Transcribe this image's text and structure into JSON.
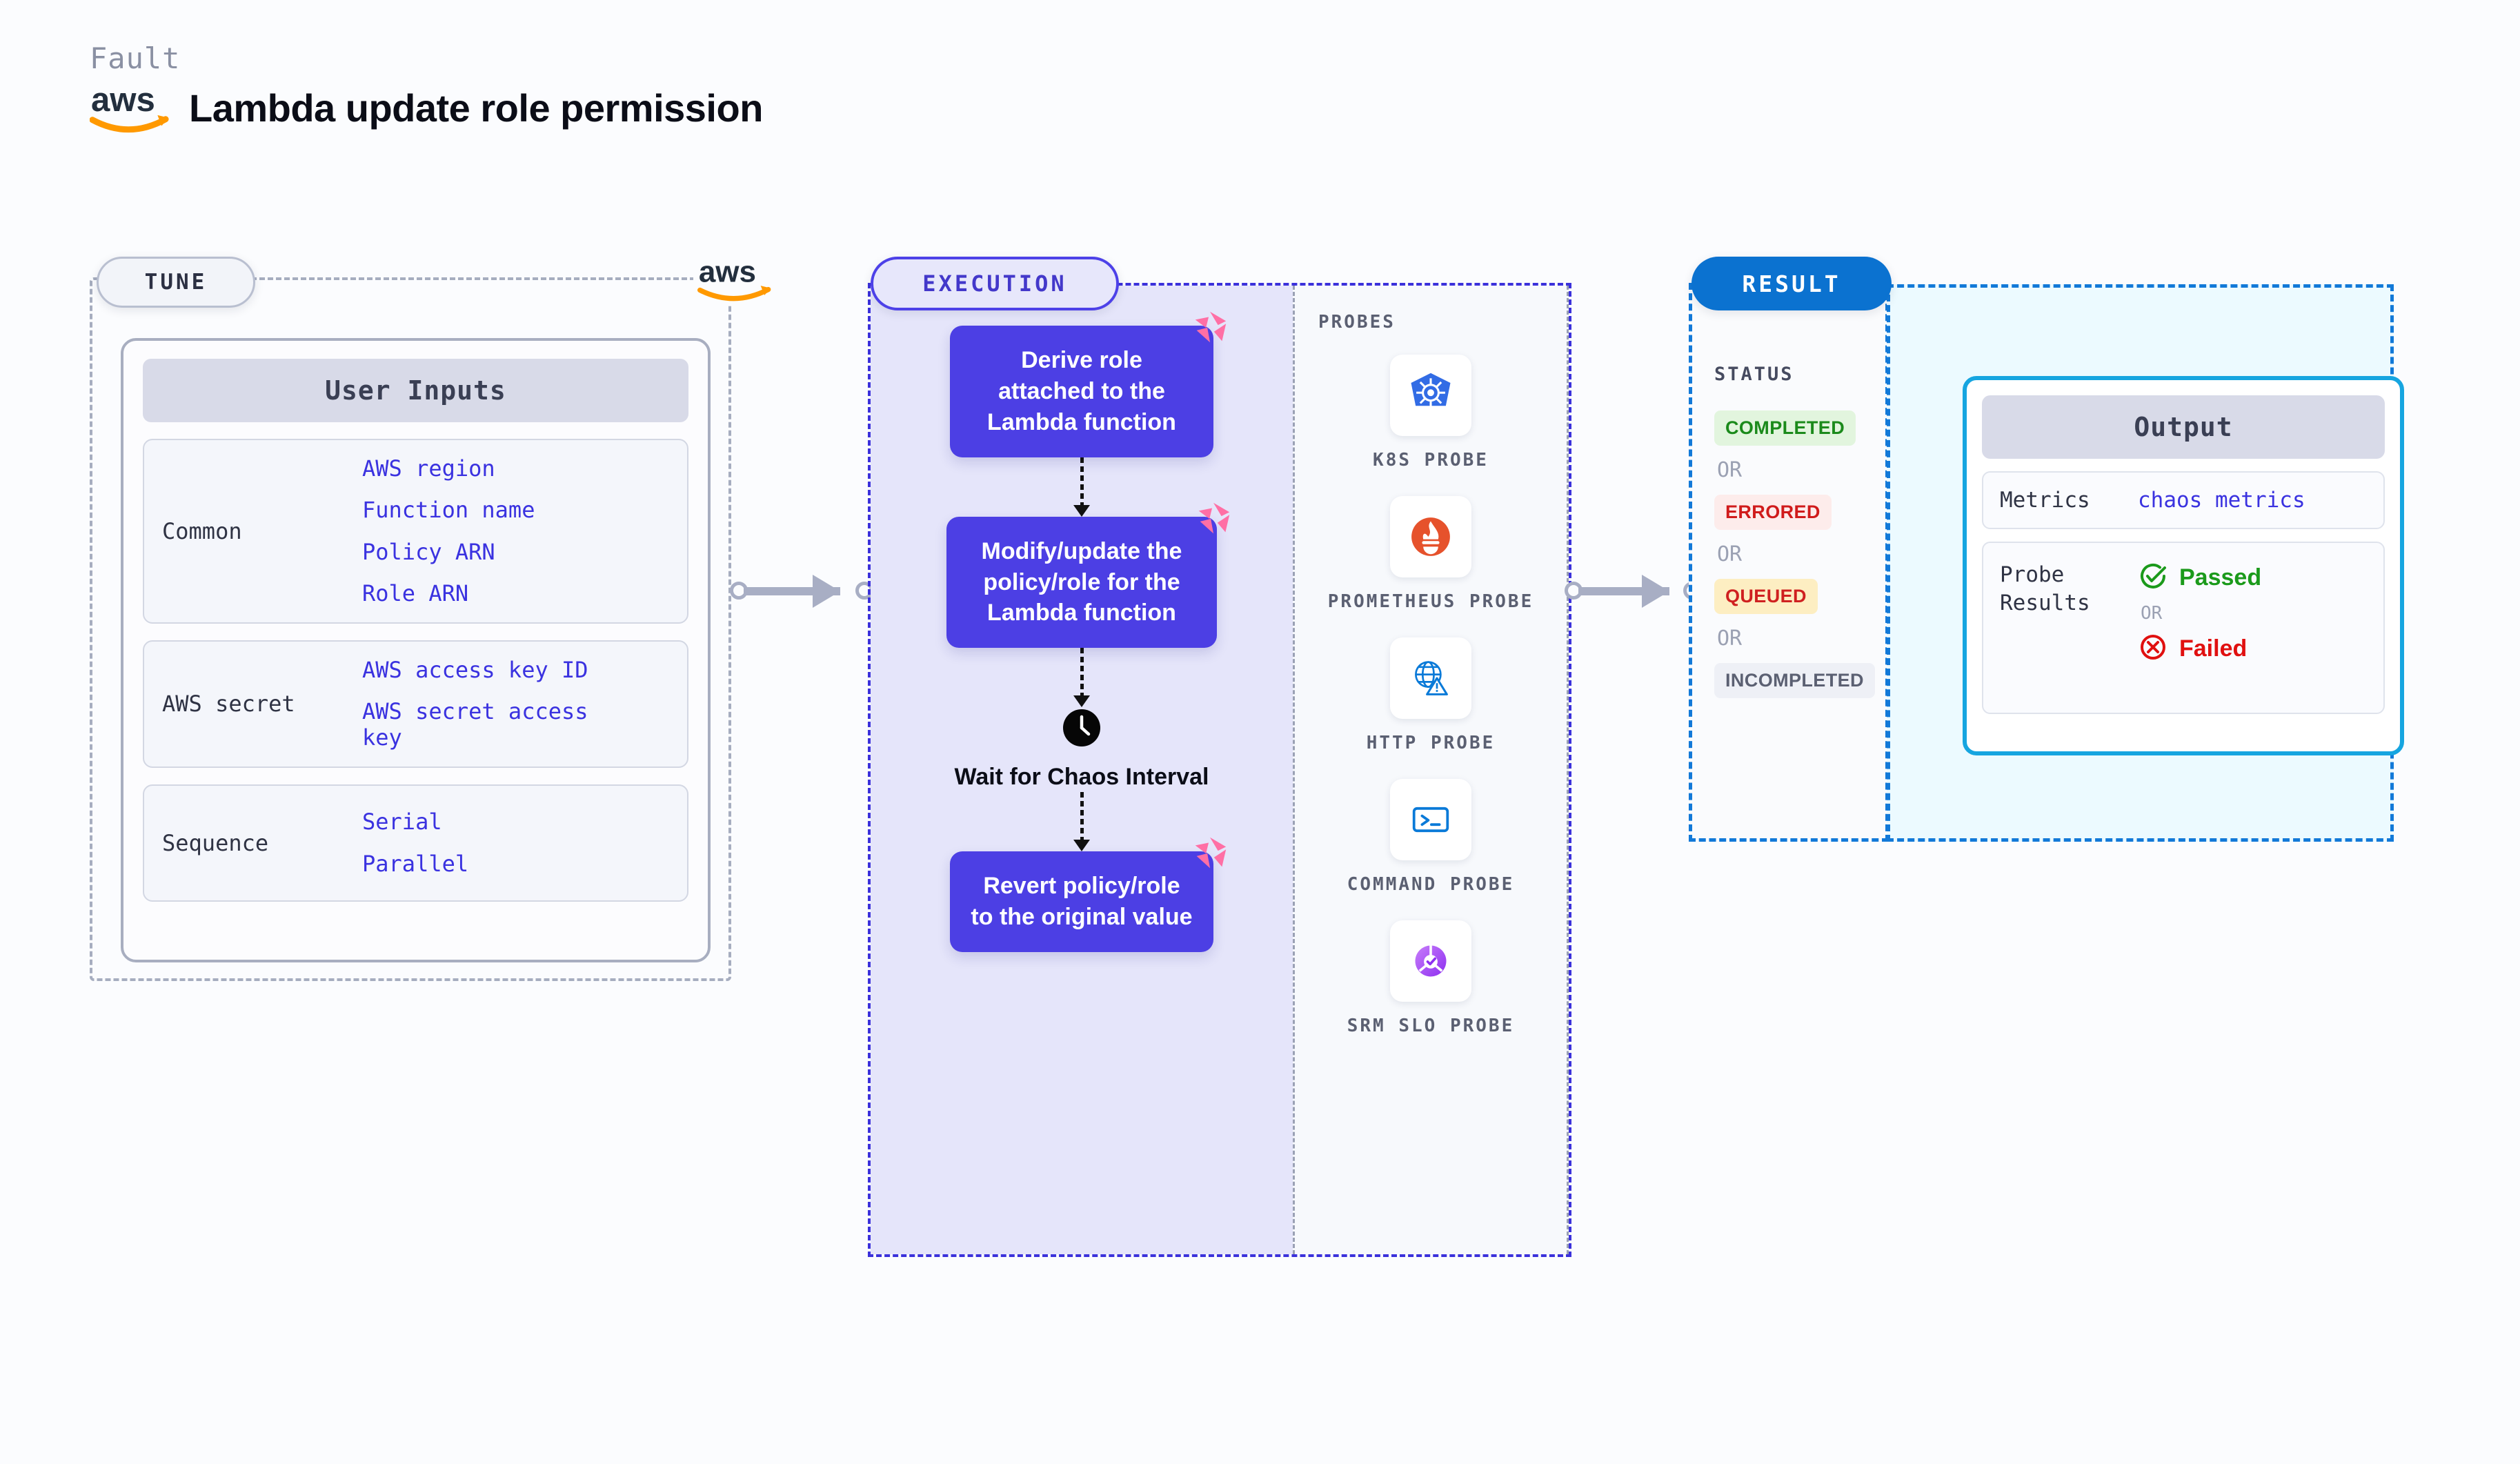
{
  "header": {
    "kind_label": "Fault",
    "title": "Lambda update role permission",
    "logo_icon": "aws-logo"
  },
  "tune": {
    "pill_label": "TUNE",
    "card_header": "User Inputs",
    "border_logo_icon": "aws-logo",
    "groups": [
      {
        "label": "Common",
        "values": [
          "AWS region",
          "Function name",
          "Policy ARN",
          "Role ARN"
        ]
      },
      {
        "label": "AWS secret",
        "values": [
          "AWS access key ID",
          "AWS secret access key"
        ]
      },
      {
        "label": "Sequence",
        "values": [
          "Serial",
          "Parallel"
        ]
      }
    ]
  },
  "execution": {
    "pill_label": "EXECUTION",
    "steps": [
      {
        "type": "box",
        "text": "Derive role attached to the Lambda function",
        "badge_icon": "litmus-badge-icon"
      },
      {
        "type": "box",
        "text": "Modify/update the policy/role for the Lambda function",
        "badge_icon": "litmus-badge-icon"
      },
      {
        "type": "wait",
        "text": "Wait for Chaos Interval",
        "icon": "clock-icon"
      },
      {
        "type": "box",
        "text": "Revert policy/role to the original value",
        "badge_icon": "litmus-badge-icon"
      }
    ],
    "probes": {
      "title": "PROBES",
      "items": [
        {
          "label": "K8S PROBE",
          "icon": "kubernetes-icon"
        },
        {
          "label": "PROMETHEUS PROBE",
          "icon": "prometheus-icon"
        },
        {
          "label": "HTTP PROBE",
          "icon": "http-globe-icon"
        },
        {
          "label": "COMMAND PROBE",
          "icon": "terminal-icon"
        },
        {
          "label": "SRM SLO PROBE",
          "icon": "srm-slo-icon"
        }
      ]
    }
  },
  "result": {
    "pill_label": "RESULT",
    "status_title": "STATUS",
    "or_label": "OR",
    "statuses": [
      {
        "label": "COMPLETED",
        "bg": "#e2f5de",
        "color": "#1b8a1b"
      },
      {
        "label": "ERRORED",
        "bg": "#fdeceb",
        "color": "#d01b1b"
      },
      {
        "label": "QUEUED",
        "bg": "#fdeec2",
        "color": "#cf2020"
      },
      {
        "label": "INCOMPLETED",
        "bg": "#eef0f6",
        "color": "#5b6072"
      }
    ],
    "output": {
      "card_header": "Output",
      "metrics_label": "Metrics",
      "metrics_value": "chaos metrics",
      "probe_results_label": "Probe Results",
      "passed_label": "Passed",
      "passed_color": "#1b9a1b",
      "passed_icon": "check-circle-icon",
      "failed_label": "Failed",
      "failed_color": "#e01010",
      "failed_icon": "x-circle-icon",
      "or_label": "OR"
    }
  },
  "connectors": [
    {
      "name": "tune-to-execution"
    },
    {
      "name": "execution-to-result"
    }
  ]
}
